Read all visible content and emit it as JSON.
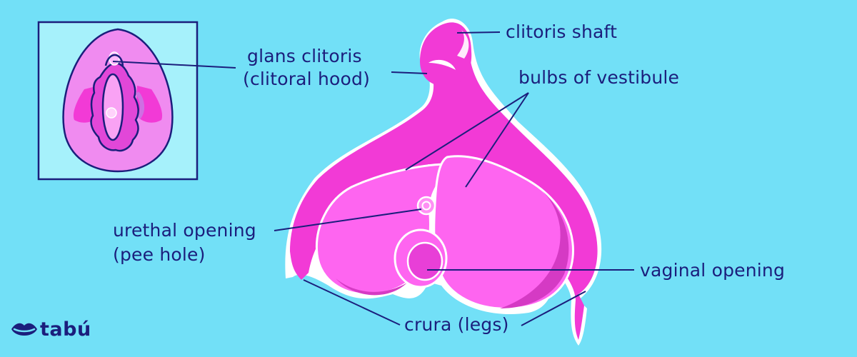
{
  "labels": {
    "clitoris_shaft": "clitoris shaft",
    "glans_line1": "glans clitoris",
    "glans_line2": "(clitoral hood)",
    "bulbs": "bulbs of vestibule",
    "urethral_line1": "urethal opening",
    "urethral_line2": "(pee hole)",
    "vaginal": "vaginal opening",
    "crura": "crura (legs)"
  },
  "brand": {
    "name": "tabú"
  },
  "colors": {
    "background": "#72e0f7",
    "magenta": "#f23ad6",
    "pink_light": "#fe65f0",
    "pink_shadow": "#d53ac4",
    "navy": "#1b1e7c",
    "inset_bg": "#a6f1fb"
  }
}
